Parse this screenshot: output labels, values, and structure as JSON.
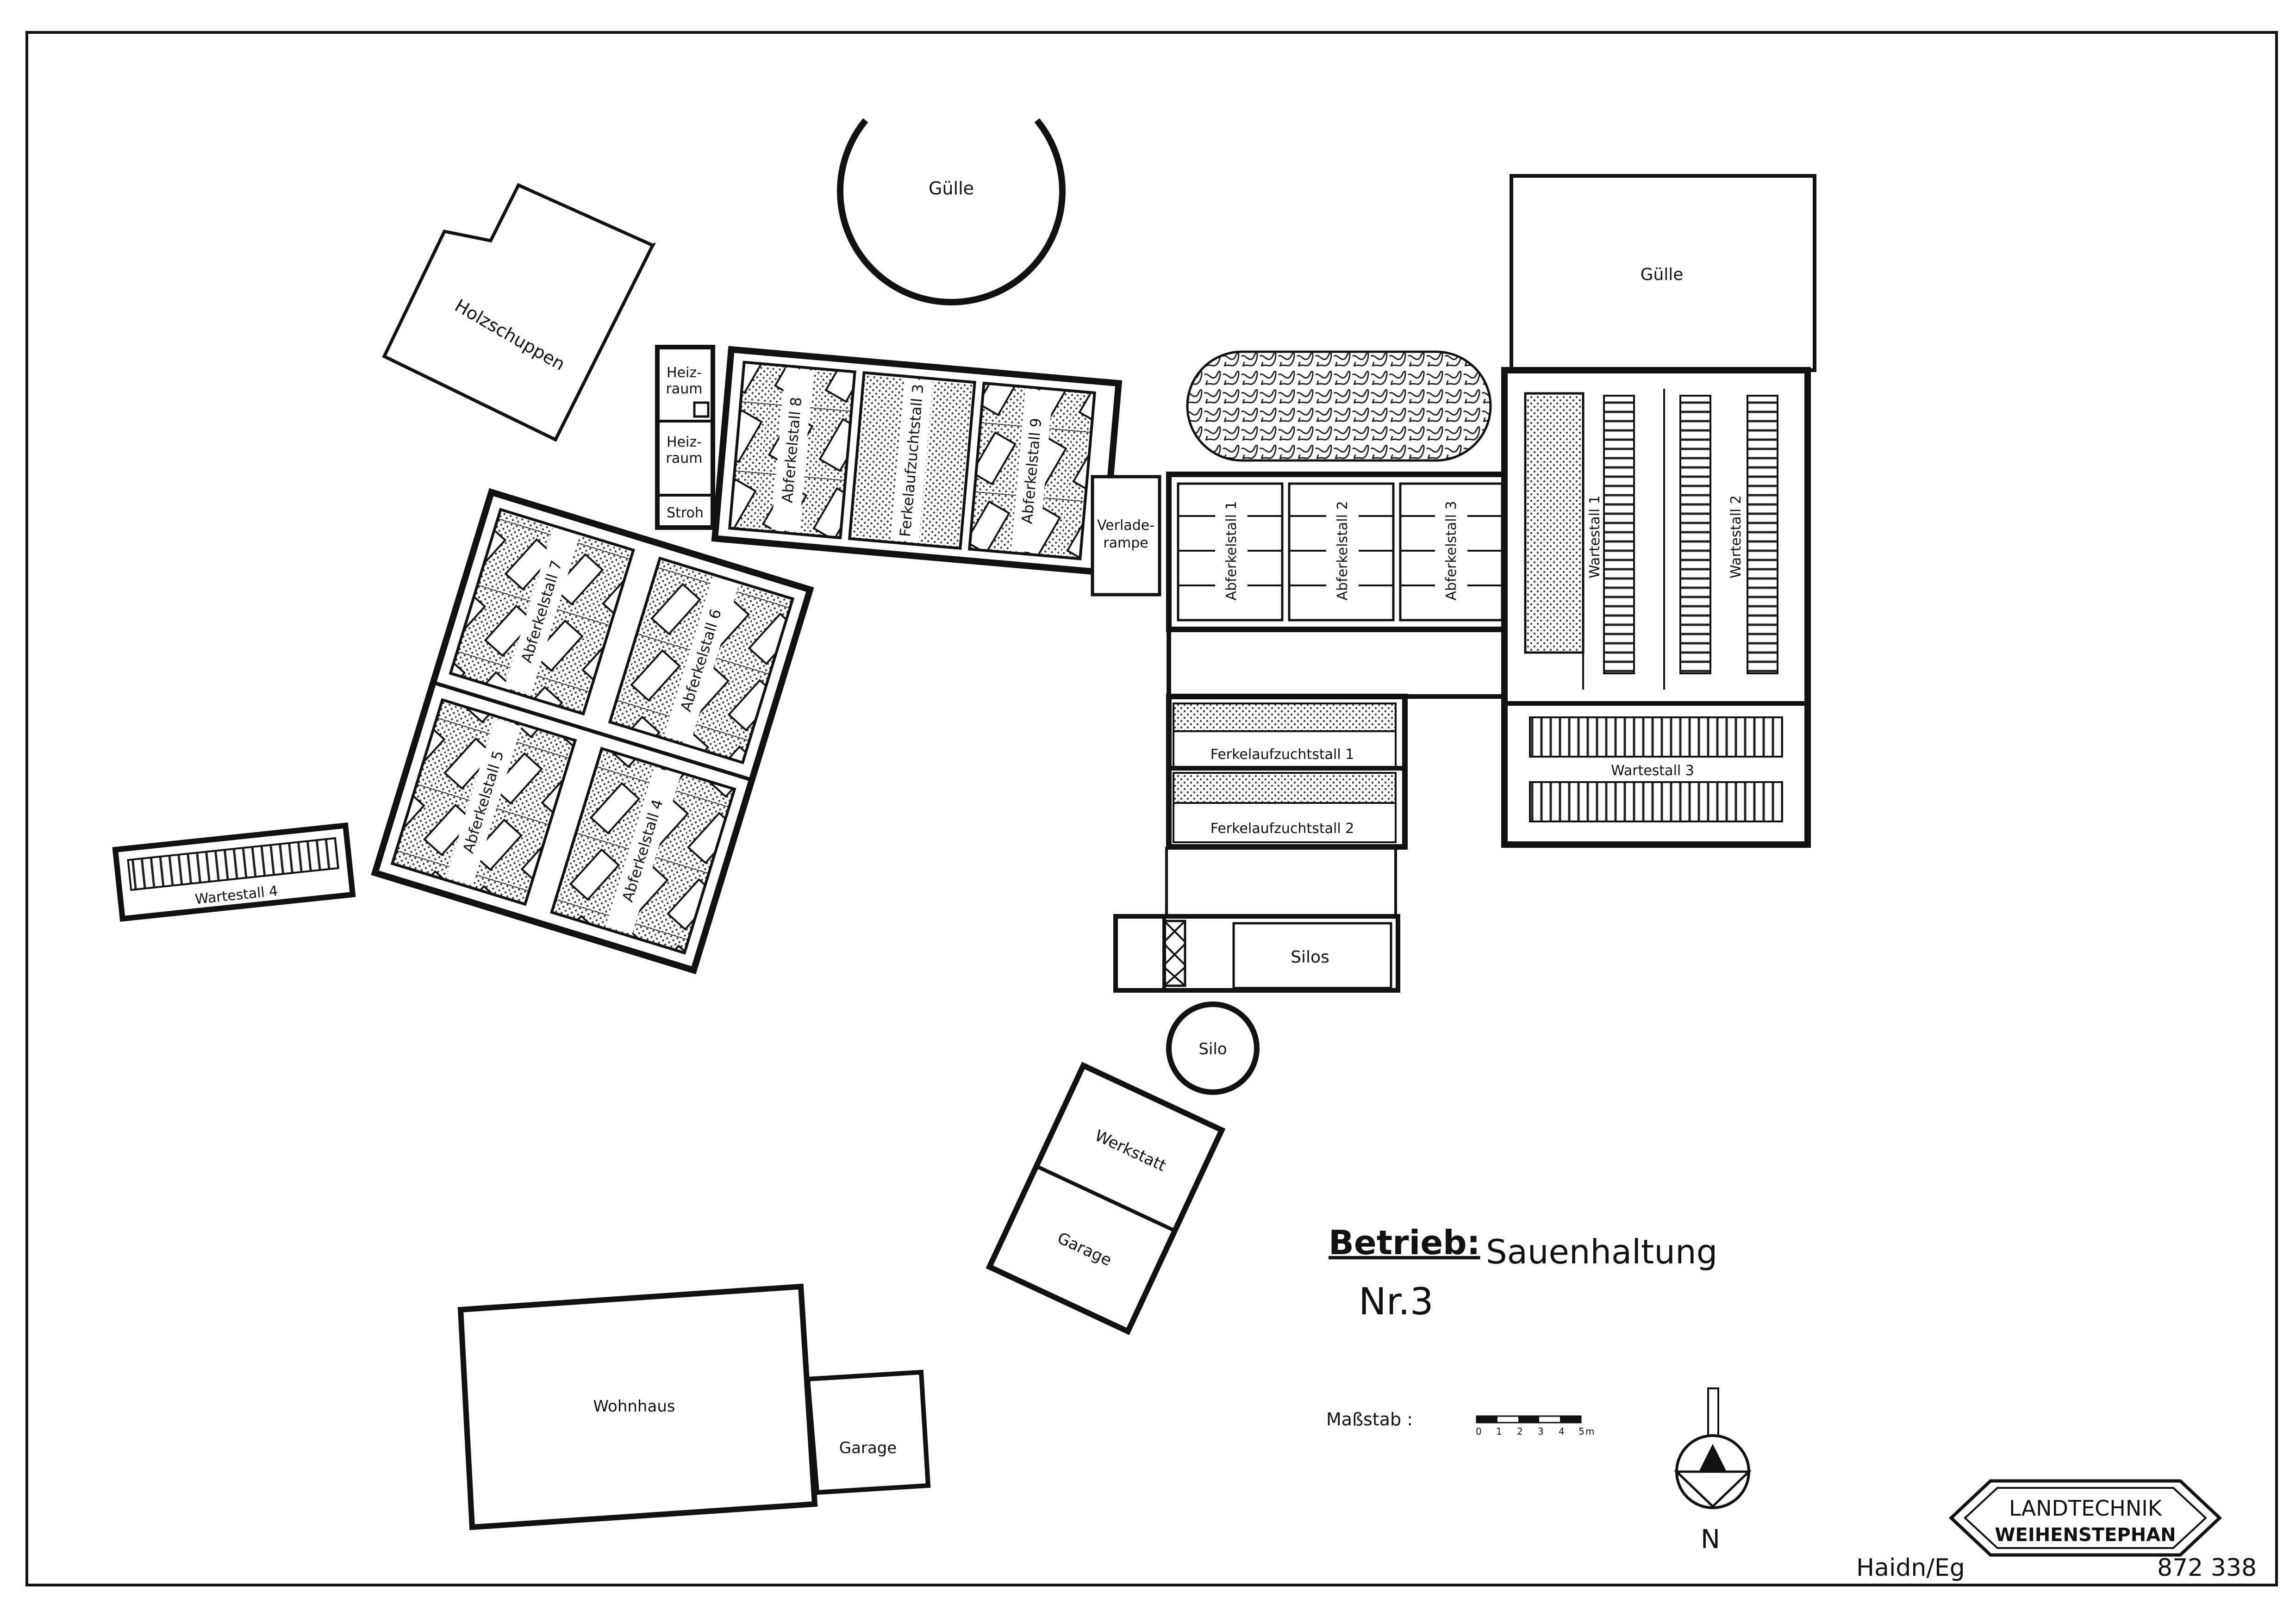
{
  "buildings": {
    "guelle_round": "Gülle",
    "holzschuppen": "Holzschuppen",
    "heizraum_1": [
      "Heiz-",
      "raum"
    ],
    "heizraum_2": [
      "Heiz-",
      "raum"
    ],
    "stroh": "Stroh",
    "abferkelstall_8": "Abferkelstall 8",
    "ferkelaufzuchtstall_3": "Ferkelaufzuchtstall 3",
    "abferkelstall_9": "Abferkelstall 9",
    "verladerampe": [
      "Verlade-",
      "rampe"
    ],
    "abferkelstall_7": "Abferkelstall 7",
    "abferkelstall_6": "Abferkelstall 6",
    "abferkelstall_5": "Abferkelstall 5",
    "abferkelstall_4": "Abferkelstall 4",
    "wartestall_4": "Wartestall 4",
    "abferkelstall_1": "Abferkelstall 1",
    "abferkelstall_2": "Abferkelstall 2",
    "abferkelstall_3": "Abferkelstall 3",
    "guelle_rect": "Gülle",
    "wartestall_1": "Wartestall 1",
    "wartestall_2": "Wartestall 2",
    "wartestall_3": "Wartestall 3",
    "ferkelaufzuchtstall_1": "Ferkelaufzuchtstall 1",
    "ferkelaufzuchtstall_2": "Ferkelaufzuchtstall 2",
    "silos": "Silos",
    "silo": "Silo",
    "werkstatt": "Werkstatt",
    "garage_1": "Garage",
    "wohnhaus": "Wohnhaus",
    "garage_2": "Garage"
  },
  "title": {
    "betrieb_label": "Betrieb:",
    "betrieb_value": "Sauenhaltung",
    "number": "Nr.3"
  },
  "scale": {
    "label": "Maßstab :",
    "ticks": [
      "0",
      "1",
      "2",
      "3",
      "4",
      "5",
      "m"
    ]
  },
  "north": "N",
  "logo": {
    "line1": "LANDTECHNIK",
    "line2": "WEIHENSTEPHAN"
  },
  "author": "Haidn/Eg",
  "drawing_number": "872 338"
}
